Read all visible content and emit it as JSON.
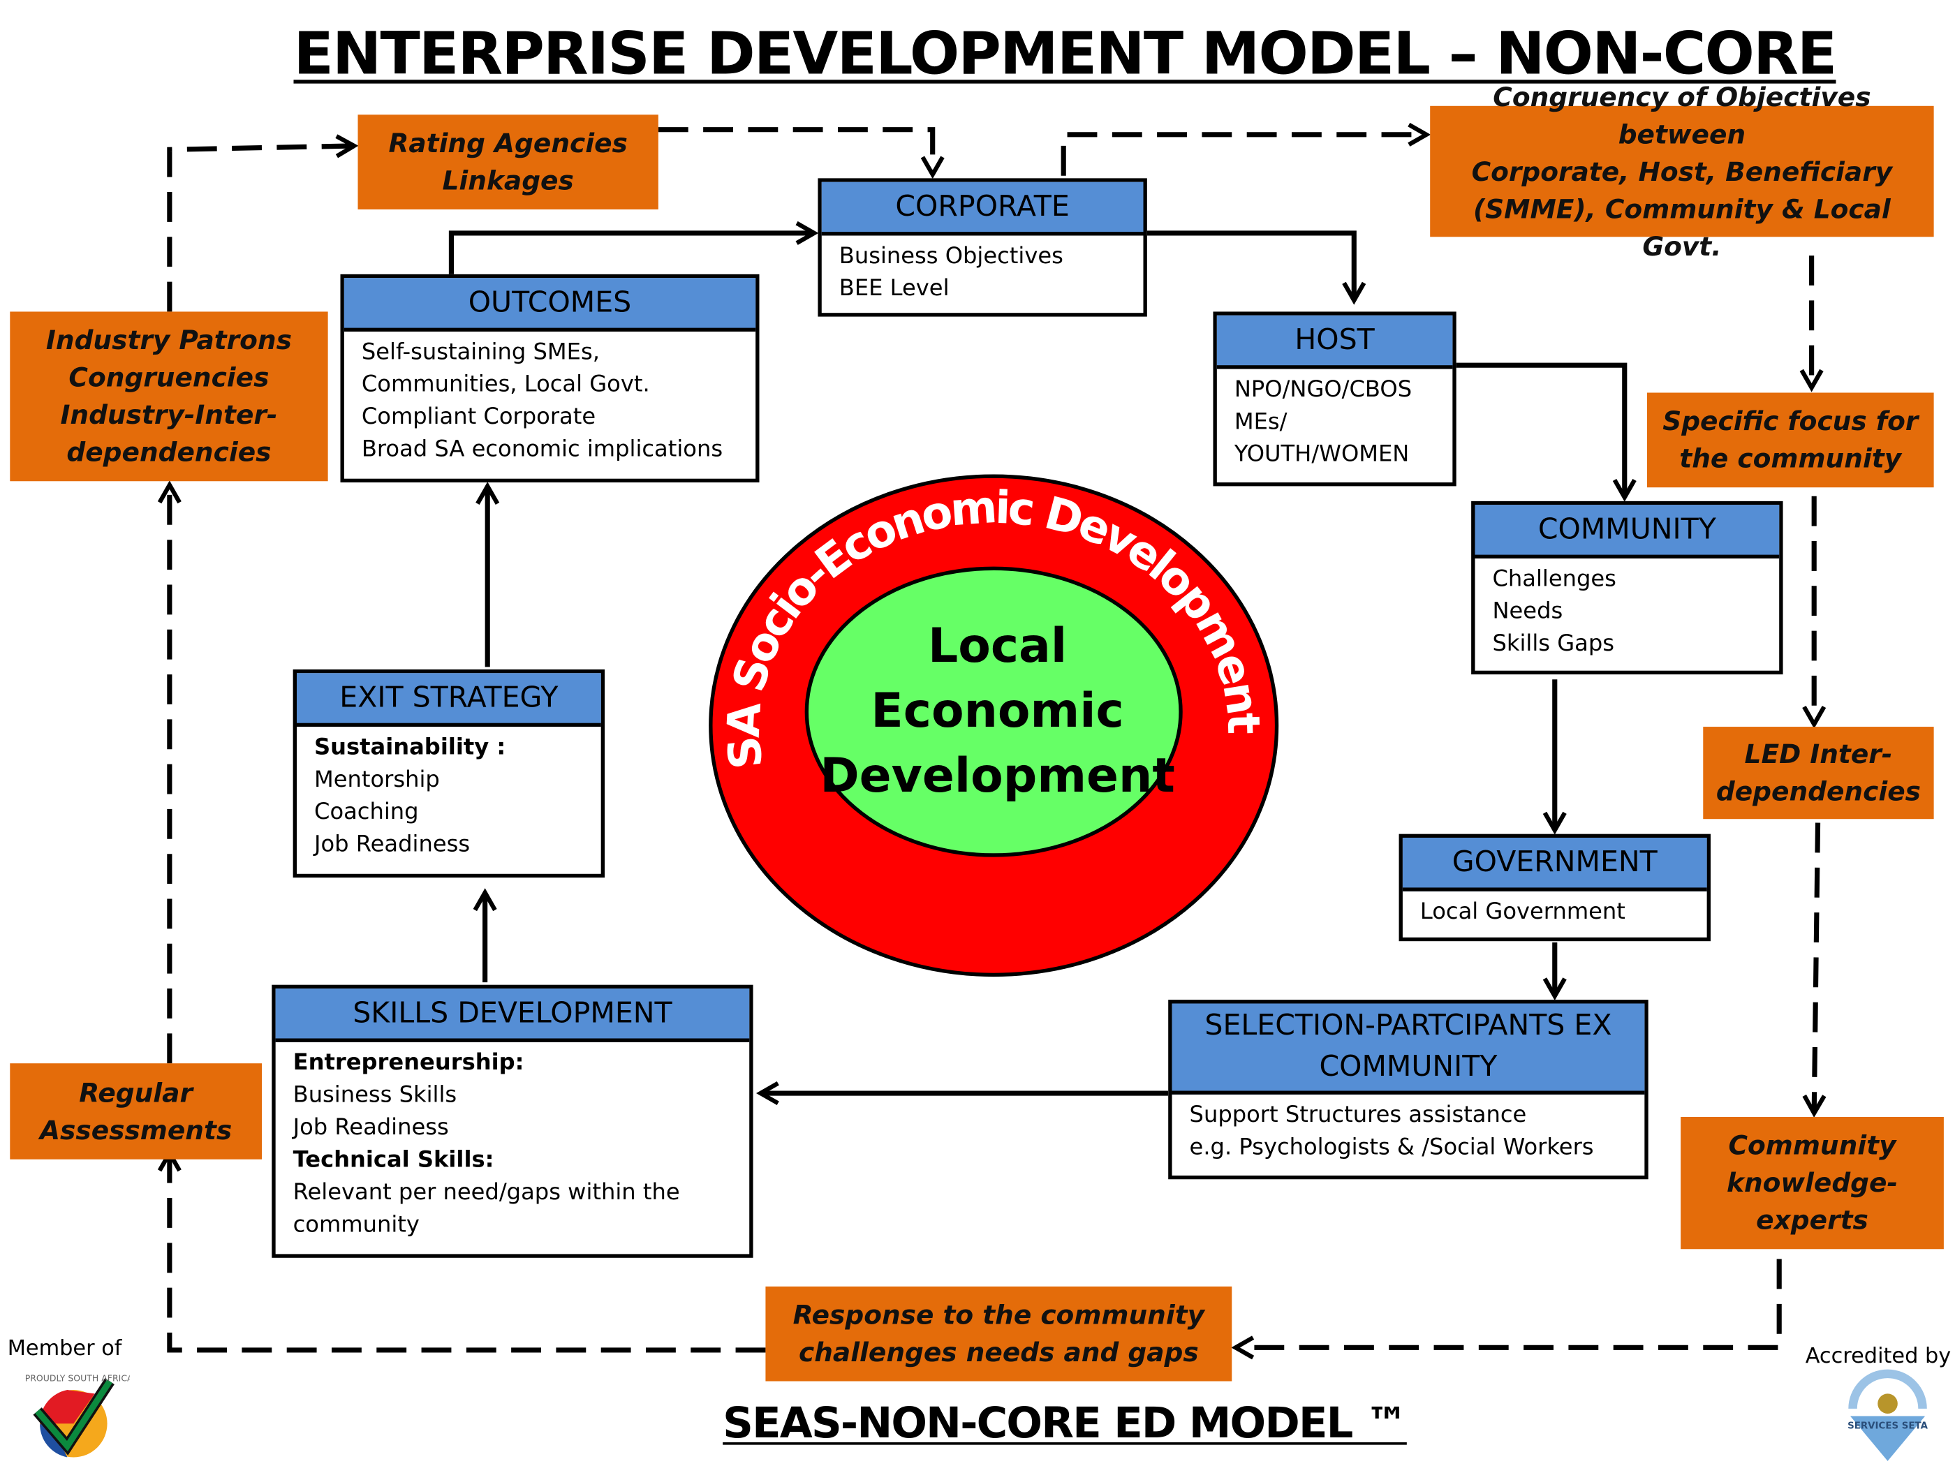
{
  "title": "ENTERPRISE DEVELOPMENT MODEL – NON-CORE",
  "footer_title": "SEAS-NON-CORE ED MODEL ™",
  "member_label": "Member of",
  "member_logo_text": "PROUDLY SOUTH AFRICAN",
  "accredited_label": "Accredited by",
  "accredited_logo_text": "SERVICES SETA",
  "colors": {
    "orange": "#E46C0A",
    "header_blue": "#558ED5",
    "ring_red": "#FF0000",
    "center_green": "#66FF66"
  },
  "center": {
    "ring_text": "SA Socio-Economic Development",
    "lines": [
      "Local",
      "Economic",
      "Development"
    ]
  },
  "notes": {
    "rating": [
      "Rating Agencies",
      "Linkages"
    ],
    "congruency": [
      "Congruency of Objectives between",
      "Corporate, Host, Beneficiary",
      "(SMME), Community & Local Govt."
    ],
    "industry": [
      "Industry Patrons",
      "Congruencies",
      "Industry-Inter-",
      "dependencies"
    ],
    "specific": [
      "Specific focus for",
      "the community"
    ],
    "led": [
      "LED  Inter-",
      "dependencies"
    ],
    "regular": [
      "Regular",
      "Assessments"
    ],
    "knowledge": [
      "Community",
      "knowledge-",
      "experts"
    ],
    "response": [
      "Response to the community",
      "challenges needs and gaps"
    ]
  },
  "boxes": {
    "corporate": {
      "header": "CORPORATE",
      "lines": [
        "Business Objectives",
        "BEE Level"
      ]
    },
    "outcomes": {
      "header": "OUTCOMES",
      "lines": [
        "Self-sustaining SMEs,",
        "Communities, Local Govt.",
        "Compliant Corporate",
        "Broad SA economic implications"
      ]
    },
    "host": {
      "header": "HOST",
      "lines": [
        "NPO/NGO/CBOS",
        "MEs/",
        "YOUTH/WOMEN"
      ]
    },
    "community": {
      "header": "COMMUNITY",
      "lines": [
        "Challenges",
        "Needs",
        "Skills Gaps"
      ]
    },
    "exit": {
      "header": "EXIT STRATEGY",
      "bold": "Sustainability :",
      "lines": [
        "Mentorship",
        "Coaching",
        "Job Readiness"
      ]
    },
    "government": {
      "header": "GOVERNMENT",
      "lines": [
        "Local Government"
      ]
    },
    "skills": {
      "header": "SKILLS DEVELOPMENT",
      "bold1": "Entrepreneurship:",
      "lines1": [
        "Business Skills",
        "Job Readiness"
      ],
      "bold2": "Technical Skills:",
      "lines2": [
        "Relevant per need/gaps within the",
        "community"
      ]
    },
    "selection": {
      "header": [
        "SELECTION-PARTCIPANTS EX",
        "COMMUNITY"
      ],
      "lines": [
        "Support Structures assistance",
        "e.g. Psychologists & /Social Workers"
      ]
    }
  }
}
